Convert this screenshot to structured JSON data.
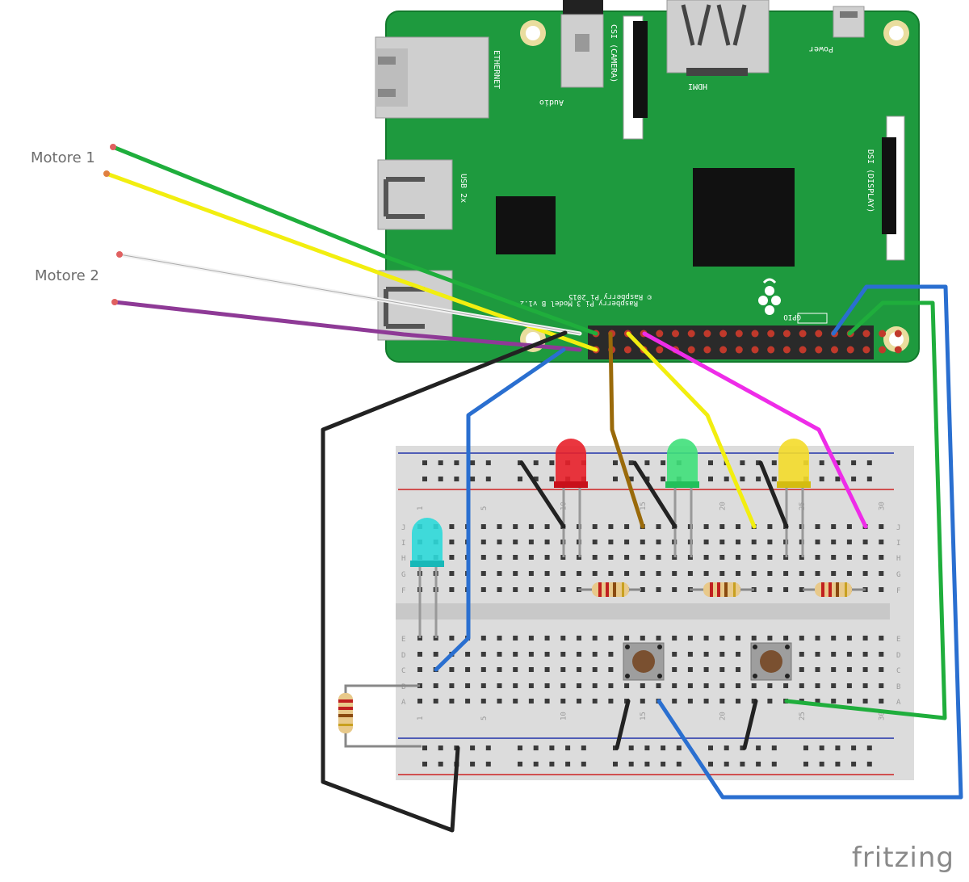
{
  "labels": {
    "motor1": "Motore 1",
    "motor2": "Motore 2",
    "brand": "fritzing"
  },
  "board": {
    "ethernet": "ETHERNET",
    "audio": "Audio",
    "csi": "CSI (CAMERA)",
    "hdmi": "HDMI",
    "power": "Power",
    "usb": "USB 2x",
    "dsi": "DSI (DISPLAY)",
    "model": "Raspberry Pi 3 Model B v1.2",
    "copyright": "© Raspberry Pi 2015",
    "gpio": "GPIO"
  },
  "breadboard": {
    "rows_top": [
      "J",
      "I",
      "H",
      "G",
      "F"
    ],
    "rows_bottom": [
      "E",
      "D",
      "C",
      "B",
      "A"
    ],
    "column_numbers": [
      "1",
      "5",
      "10",
      "15",
      "20",
      "25",
      "30"
    ]
  },
  "colors": {
    "pcb": "#1e9a3e",
    "wire_green": "#1fae3c",
    "wire_yellow": "#f2ee10",
    "wire_white": "#f2f2f2",
    "wire_purple": "#8e3a96",
    "wire_black": "#222222",
    "wire_blue": "#2a6fd0",
    "wire_brown": "#9a6a0a",
    "wire_magenta": "#ee2ce8",
    "led_red": "#e8202a",
    "led_green": "#3fe07a",
    "led_yellow": "#f4dc2a",
    "led_cyan": "#2ed9d9"
  },
  "components": {
    "leds": [
      "led-red",
      "led-green",
      "led-yellow",
      "led-cyan"
    ],
    "resistors": 4,
    "pushbuttons": 2
  }
}
